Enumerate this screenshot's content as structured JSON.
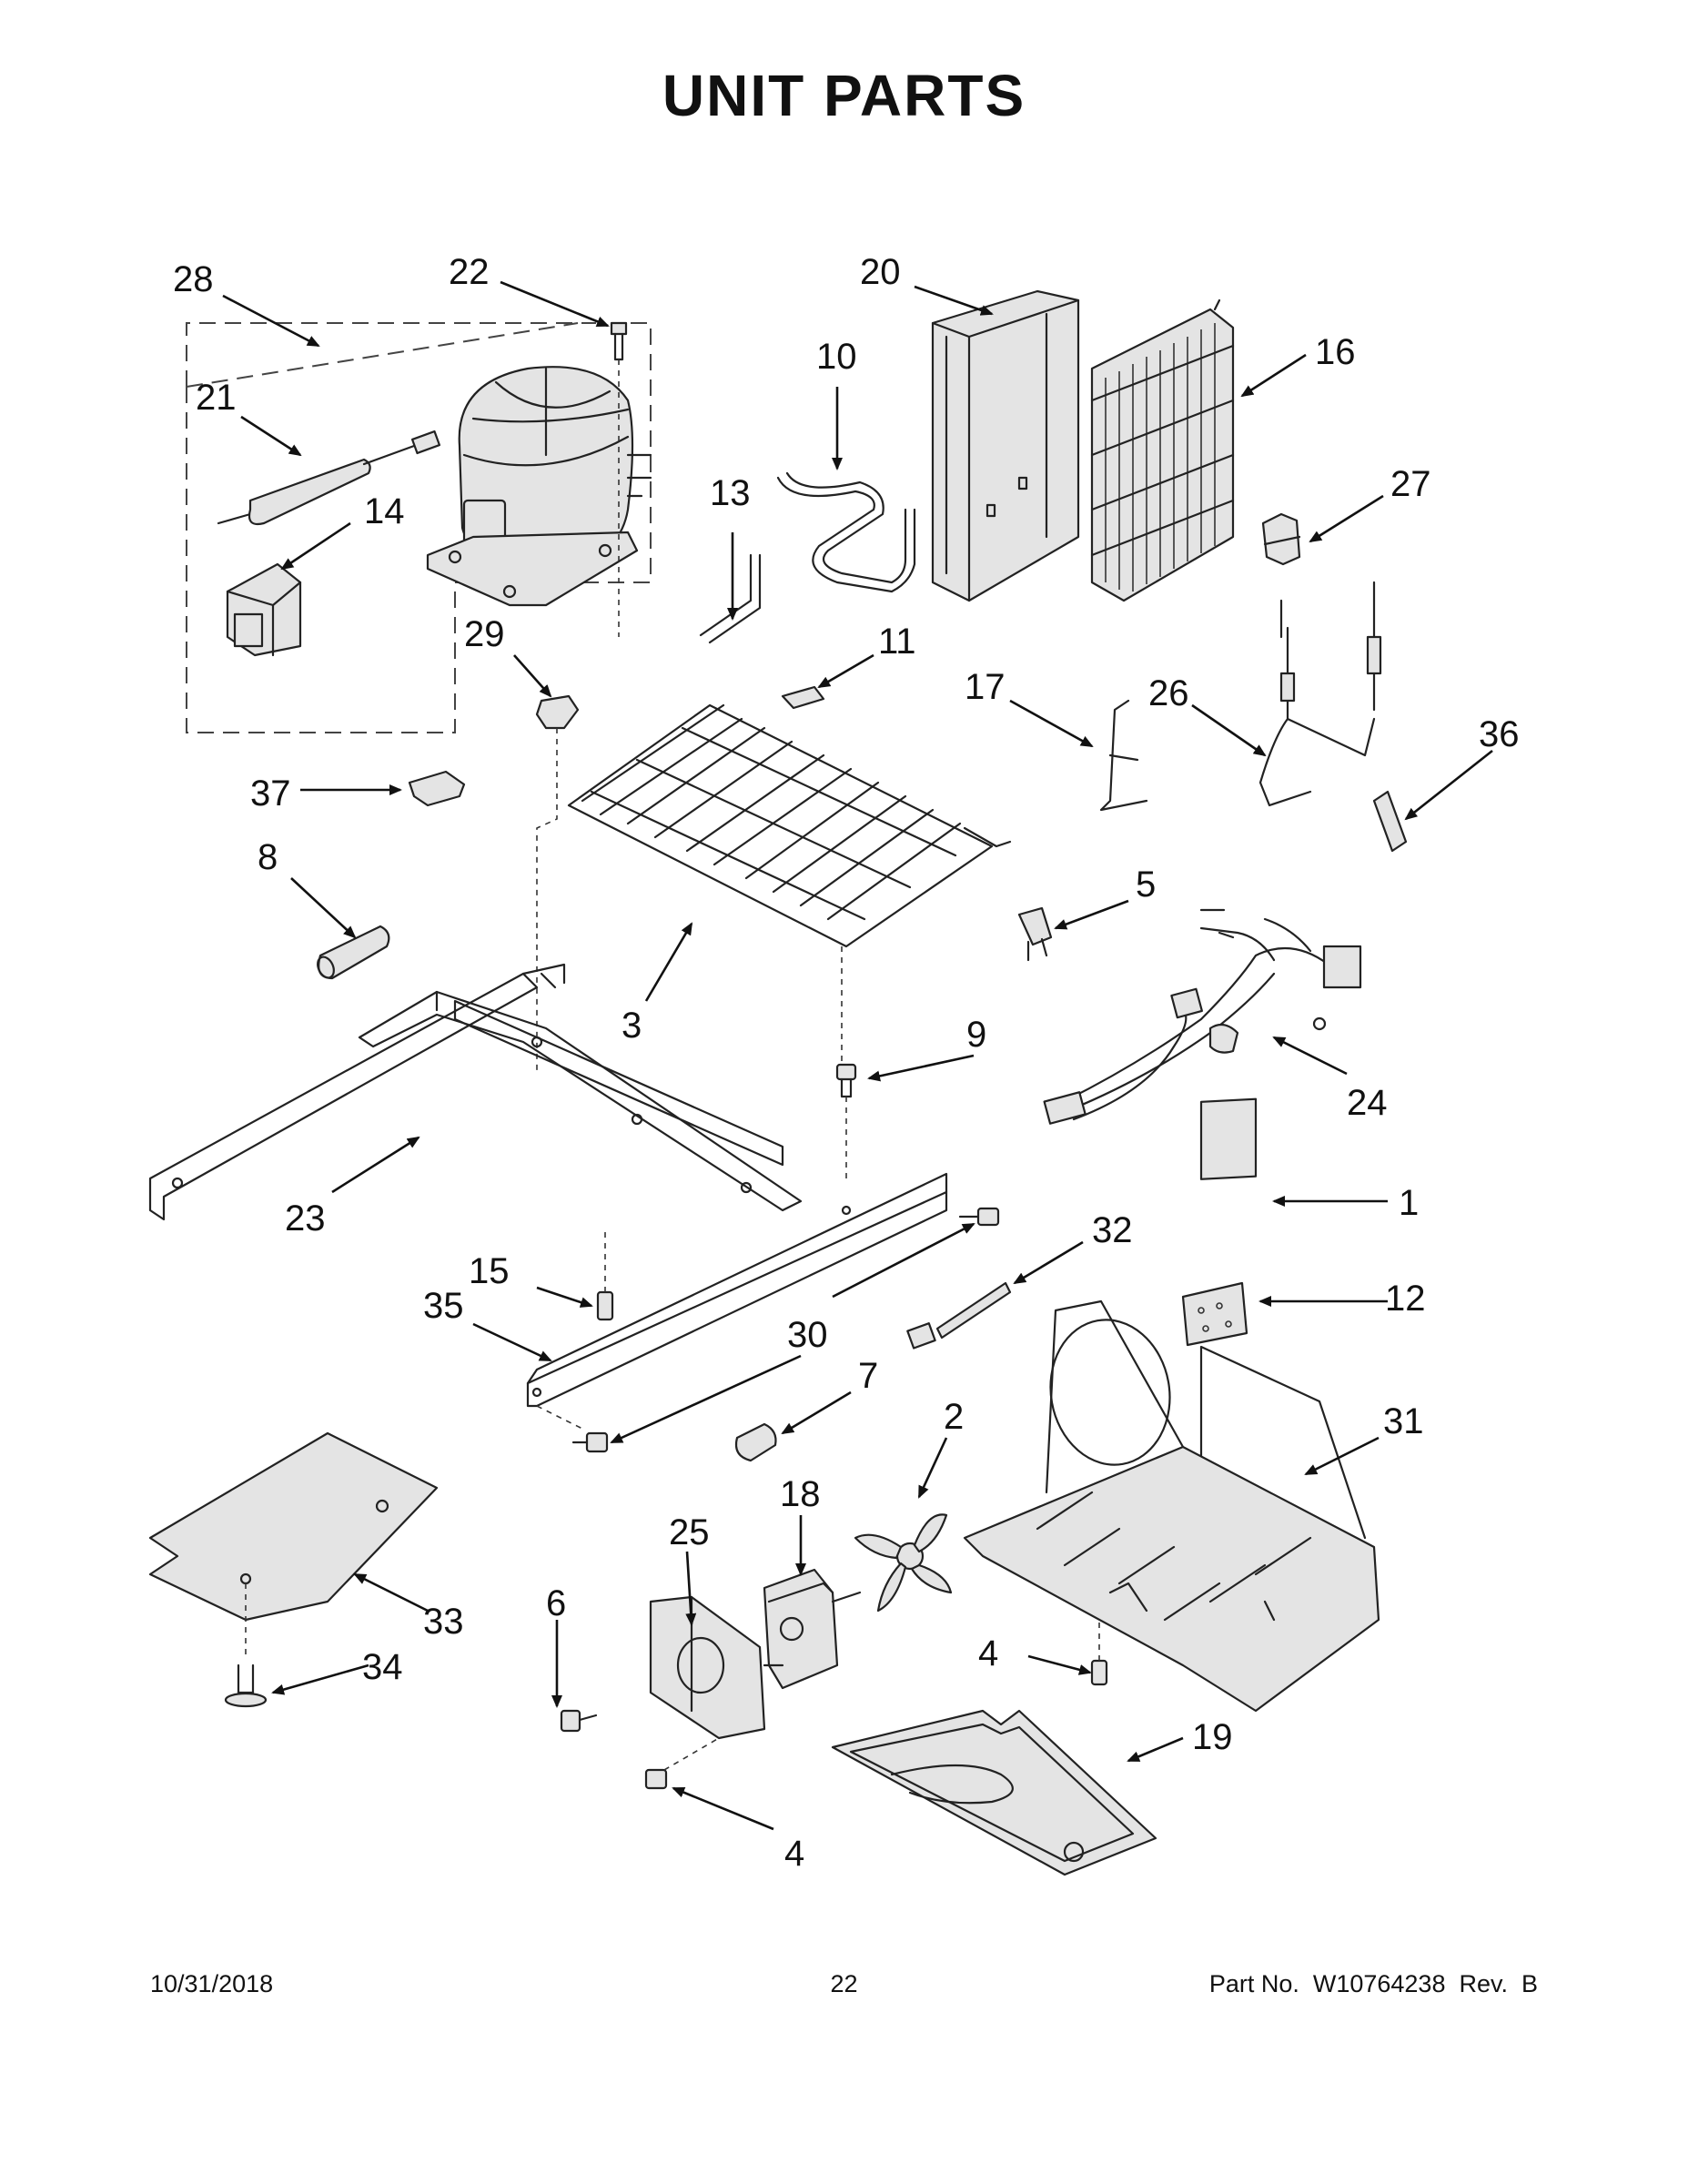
{
  "title": "UNIT PARTS",
  "footer": {
    "date": "10/31/2018",
    "page": "22",
    "part_number": "Part No.  W10764238  Rev.  B"
  },
  "labels": [
    {
      "id": "28",
      "text": "28"
    },
    {
      "id": "22",
      "text": "22"
    },
    {
      "id": "20",
      "text": "20"
    },
    {
      "id": "10",
      "text": "10"
    },
    {
      "id": "16",
      "text": "16"
    },
    {
      "id": "21",
      "text": "21"
    },
    {
      "id": "14",
      "text": "14"
    },
    {
      "id": "13",
      "text": "13"
    },
    {
      "id": "27",
      "text": "27"
    },
    {
      "id": "29",
      "text": "29"
    },
    {
      "id": "11",
      "text": "11"
    },
    {
      "id": "17",
      "text": "17"
    },
    {
      "id": "26",
      "text": "26"
    },
    {
      "id": "36",
      "text": "36"
    },
    {
      "id": "37",
      "text": "37"
    },
    {
      "id": "8",
      "text": "8"
    },
    {
      "id": "5",
      "text": "5"
    },
    {
      "id": "3",
      "text": "3"
    },
    {
      "id": "9",
      "text": "9"
    },
    {
      "id": "24",
      "text": "24"
    },
    {
      "id": "1",
      "text": "1"
    },
    {
      "id": "23",
      "text": "23"
    },
    {
      "id": "32",
      "text": "32"
    },
    {
      "id": "15",
      "text": "15"
    },
    {
      "id": "35",
      "text": "35"
    },
    {
      "id": "12",
      "text": "12"
    },
    {
      "id": "30",
      "text": "30"
    },
    {
      "id": "7",
      "text": "7"
    },
    {
      "id": "31",
      "text": "31"
    },
    {
      "id": "2",
      "text": "2"
    },
    {
      "id": "18",
      "text": "18"
    },
    {
      "id": "25",
      "text": "25"
    },
    {
      "id": "6",
      "text": "6"
    },
    {
      "id": "33",
      "text": "33"
    },
    {
      "id": "4a",
      "text": "4"
    },
    {
      "id": "34",
      "text": "34"
    },
    {
      "id": "19",
      "text": "19"
    },
    {
      "id": "4b",
      "text": "4"
    }
  ]
}
